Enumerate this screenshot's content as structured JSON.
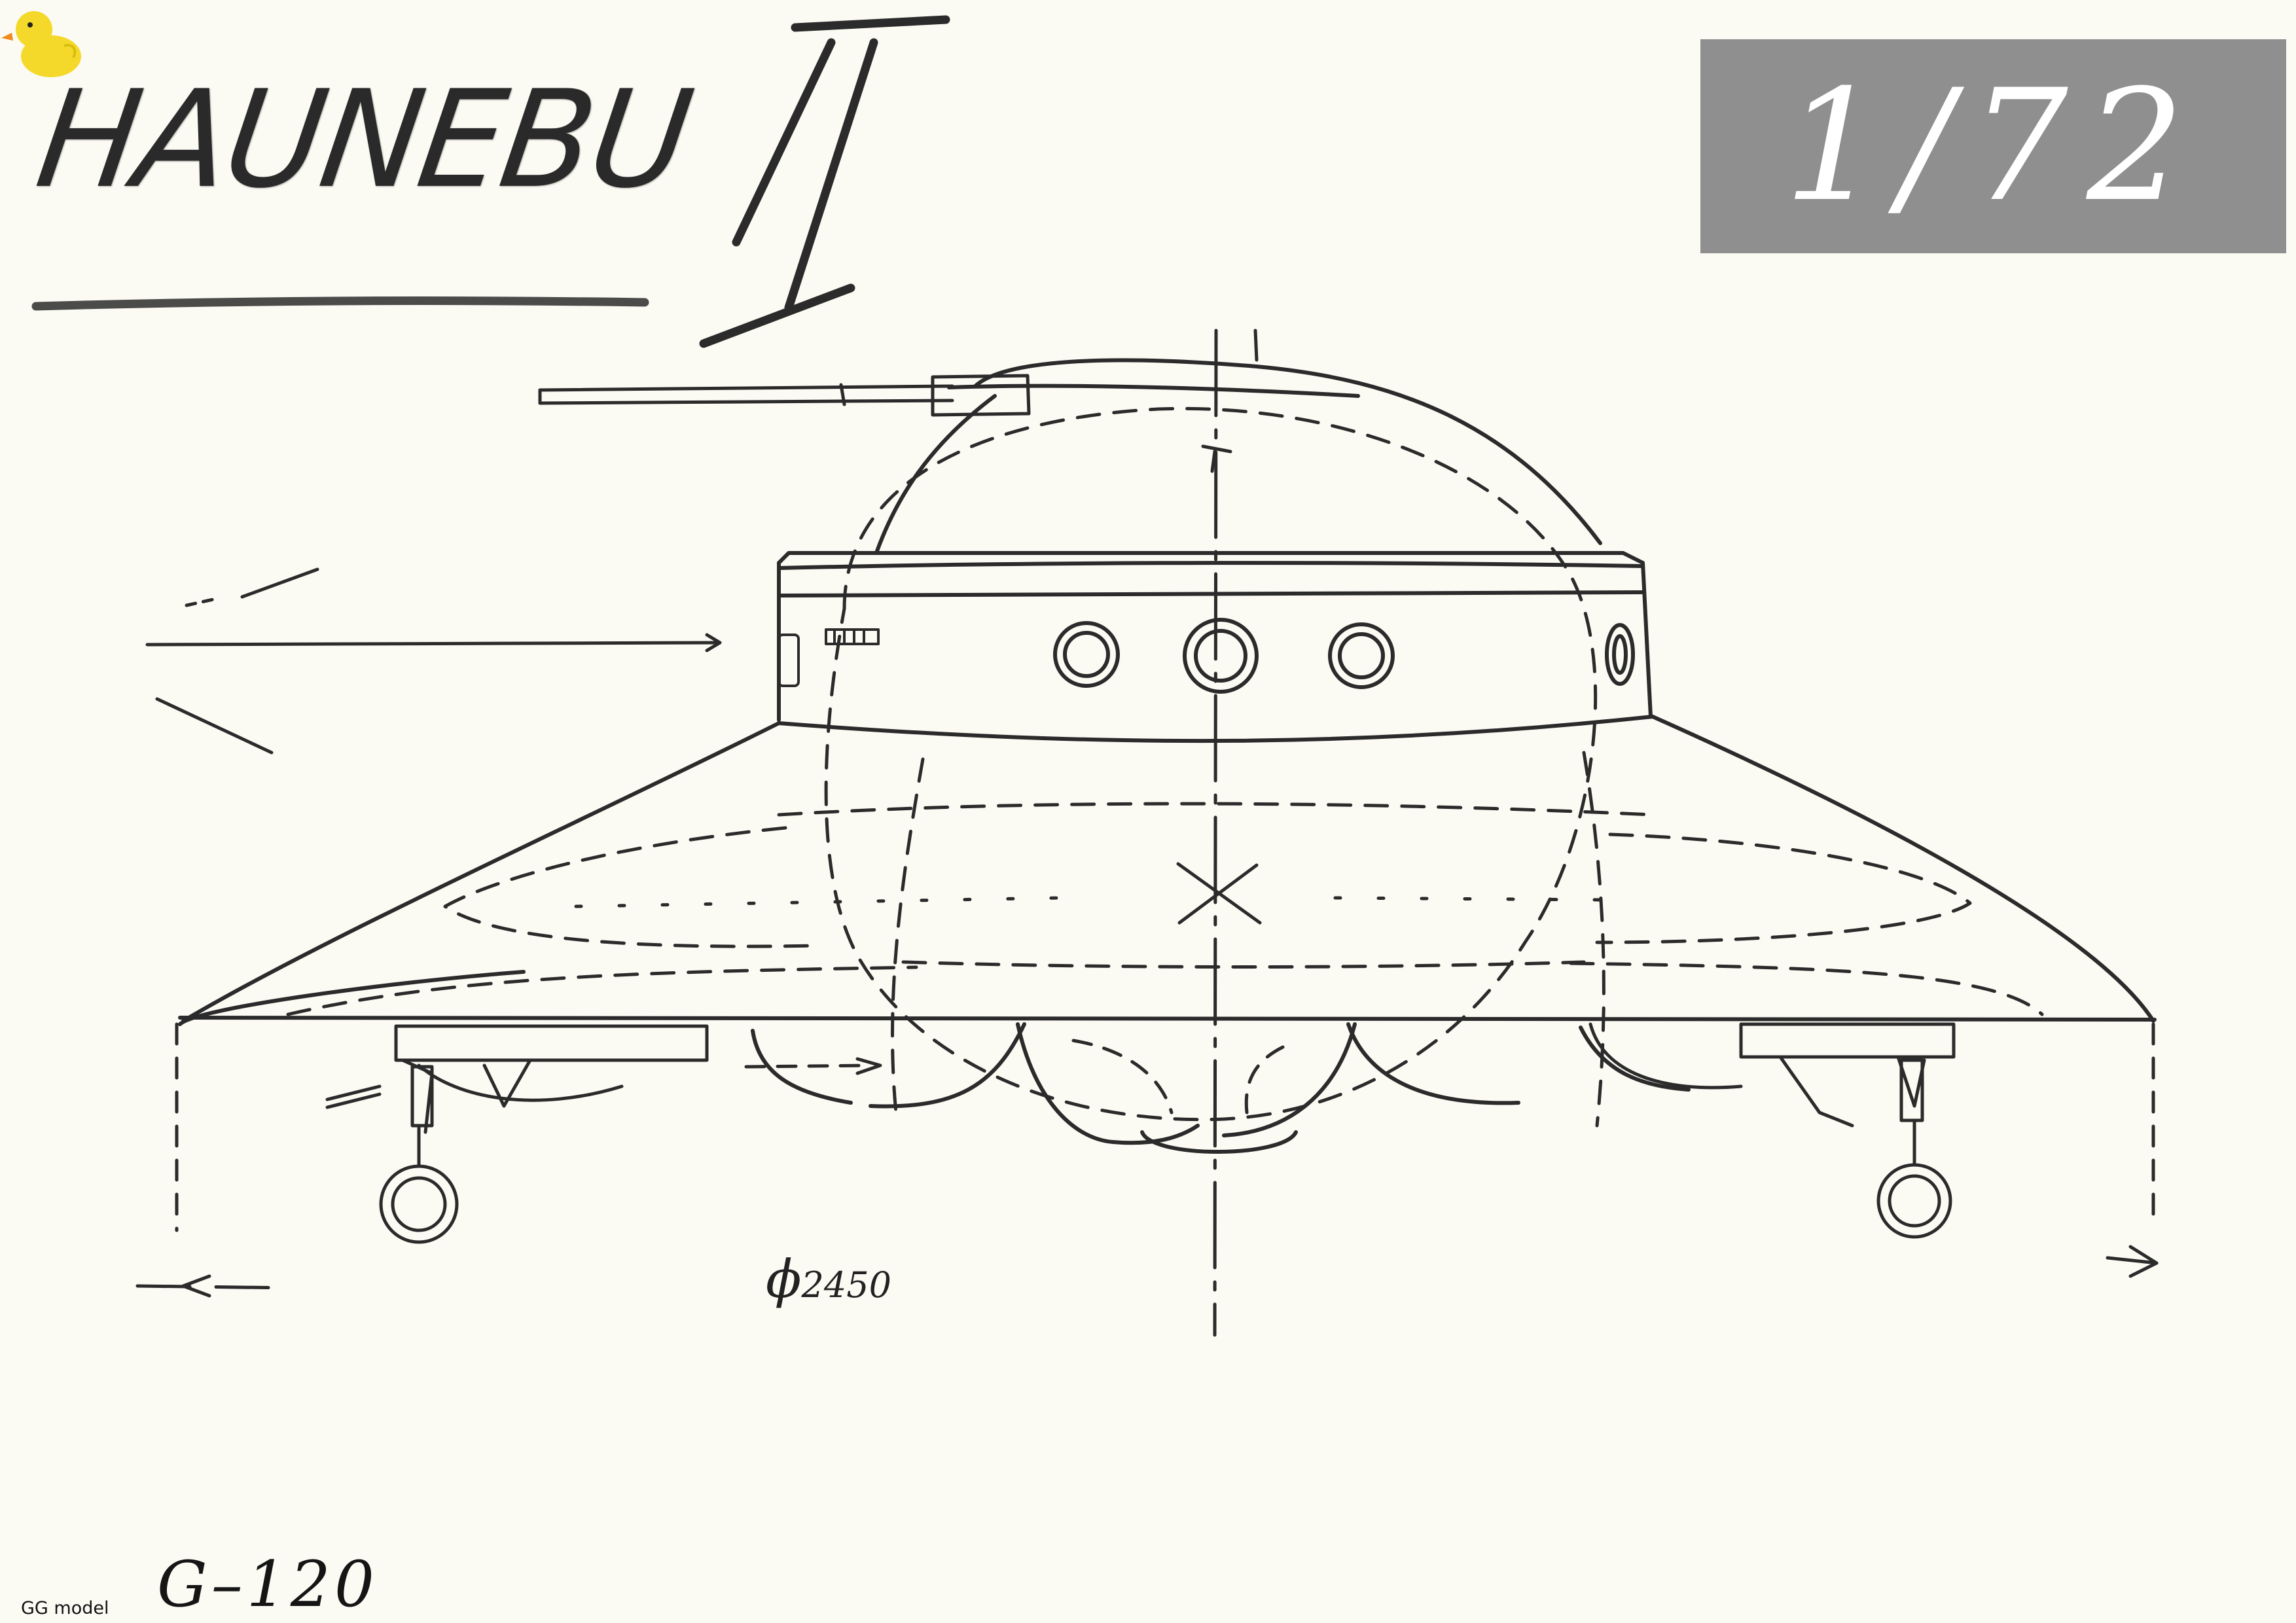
{
  "drawing": {
    "title": "HAUNEBU",
    "title_numeral": "II",
    "scale": "1/72",
    "diameter_symbol": "ϕ",
    "diameter_value": "2450",
    "code": "G–120",
    "brand_logo": "duck-logo",
    "brand": "GG  model"
  }
}
